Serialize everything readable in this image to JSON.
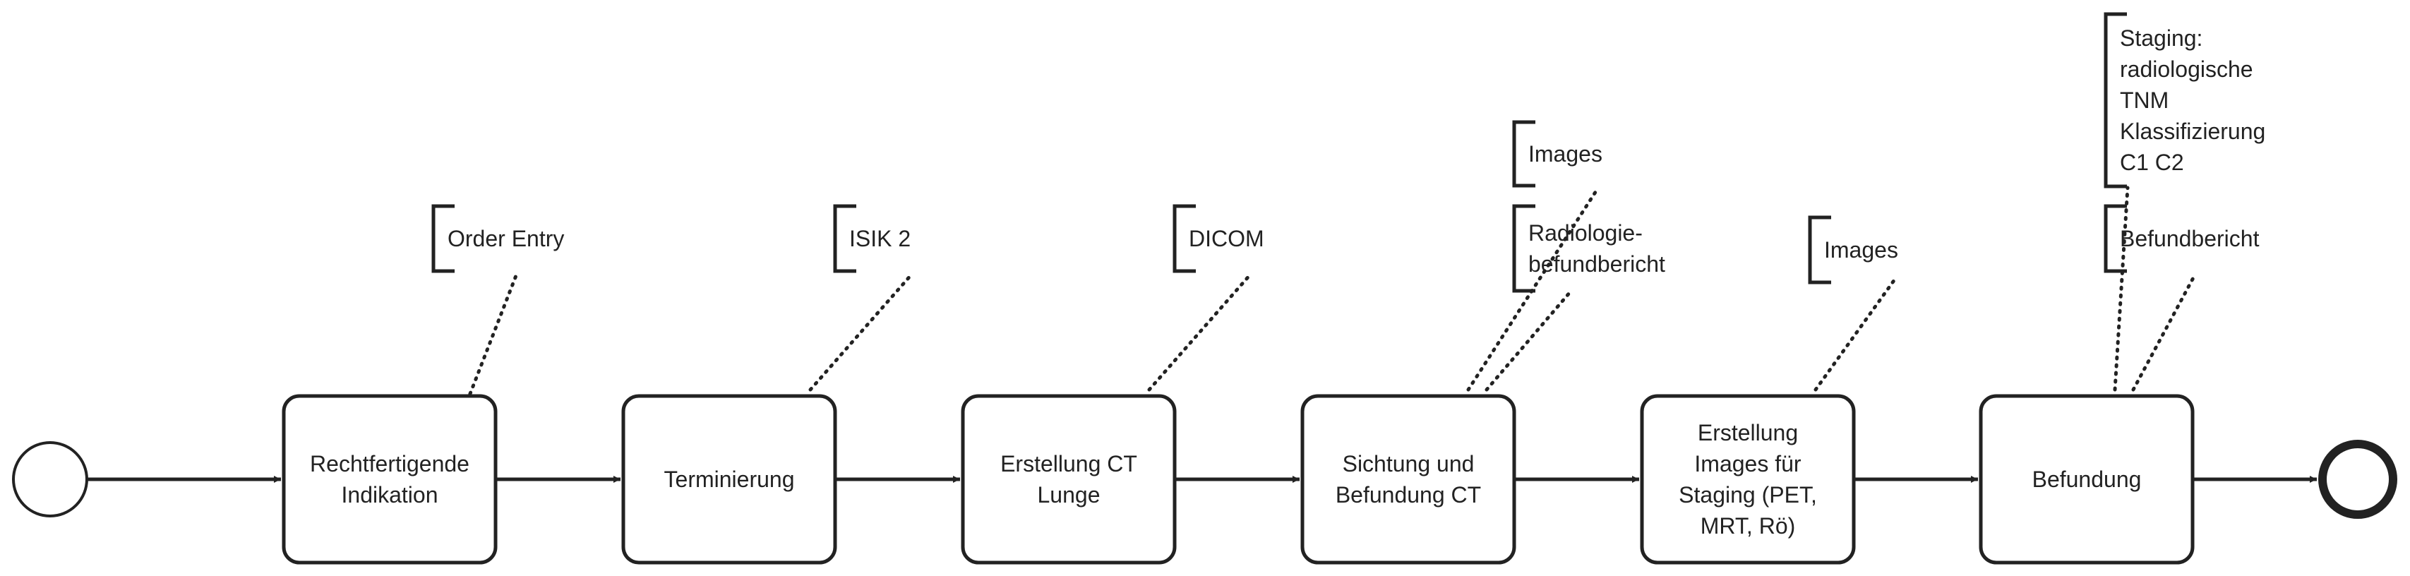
{
  "tasks": [
    {
      "id": "t1",
      "lines": [
        "Rechtfertigende",
        "Indikation"
      ]
    },
    {
      "id": "t2",
      "lines": [
        "Terminierung"
      ]
    },
    {
      "id": "t3",
      "lines": [
        "Erstellung CT",
        "Lunge"
      ]
    },
    {
      "id": "t4",
      "lines": [
        "Sichtung und",
        "Befundung CT"
      ]
    },
    {
      "id": "t5",
      "lines": [
        "Erstellung",
        "Images für",
        "Staging (PET,",
        "MRT, Rö)"
      ]
    },
    {
      "id": "t6",
      "lines": [
        "Befundung"
      ]
    }
  ],
  "annotations": [
    {
      "id": "a1",
      "task": "t1",
      "lines": [
        "Order Entry"
      ]
    },
    {
      "id": "a2",
      "task": "t2",
      "lines": [
        "ISIK 2"
      ]
    },
    {
      "id": "a3",
      "task": "t3",
      "lines": [
        "DICOM"
      ]
    },
    {
      "id": "a4",
      "task": "t4",
      "lines": [
        "Images"
      ]
    },
    {
      "id": "a5",
      "task": "t4",
      "lines": [
        "Radiologie-",
        "befundbericht"
      ]
    },
    {
      "id": "a6",
      "task": "t5",
      "lines": [
        "Images"
      ]
    },
    {
      "id": "a7",
      "task": "t6",
      "lines": [
        "Staging:",
        "radiologische",
        "TNM",
        "Klassifizierung",
        "C1 C2"
      ]
    },
    {
      "id": "a8",
      "task": "t6",
      "lines": [
        "Befundbericht"
      ]
    }
  ],
  "colors": {
    "stroke": "#222222",
    "background": "#ffffff"
  }
}
